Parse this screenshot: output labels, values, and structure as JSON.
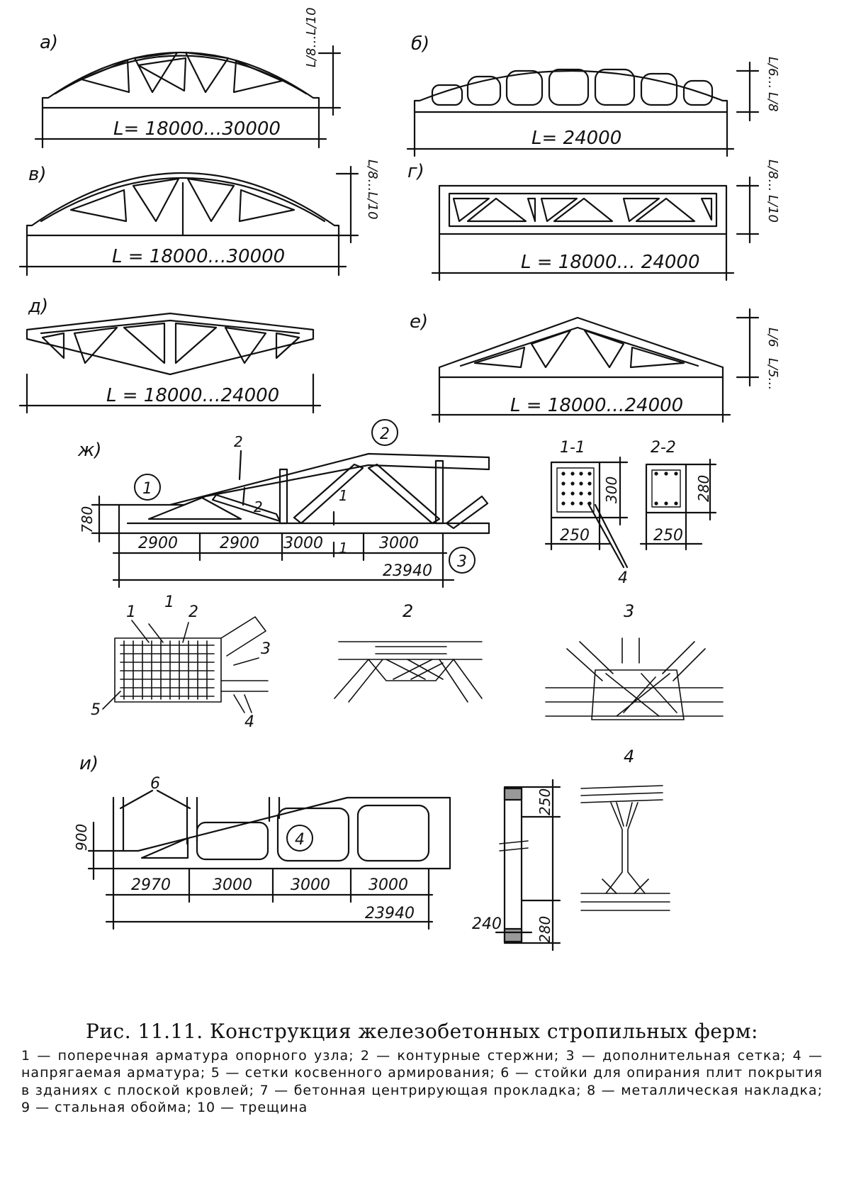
{
  "figure": {
    "panels": {
      "a": {
        "label": "а)",
        "span": "L= 18000…30000",
        "ratio": "L/8…L/10"
      },
      "b": {
        "label": "б)",
        "span": "L= 24000",
        "ratio_top": "L/8",
        "ratio_bottom": "L/6…"
      },
      "v": {
        "label": "в)",
        "span": "L = 18000…30000",
        "ratio": "L/8…L/10"
      },
      "g": {
        "label": "г)",
        "span": "L = 18000… 24000",
        "ratio_top": "L/10",
        "ratio_bottom": "L/8…"
      },
      "d": {
        "label": "д)",
        "span": "L = 18000…24000"
      },
      "e": {
        "label": "е)",
        "span": "L = 18000…24000",
        "ratio_top": "L/6",
        "ratio_bottom": "L/5…"
      },
      "zh": {
        "label": "ж)",
        "height": "780",
        "segments": [
          "2900",
          "2900",
          "3000",
          "3000"
        ],
        "total": "23940",
        "node_markers": [
          "1",
          "2",
          "3"
        ],
        "section_marks": [
          "2",
          "2",
          "1",
          "1"
        ]
      },
      "sec11": {
        "label": "1-1",
        "height": "300",
        "width": "250",
        "callout": "4"
      },
      "sec22": {
        "label": "2-2",
        "height": "280",
        "width": "250"
      },
      "node1": {
        "callouts": [
          "1",
          "1",
          "2",
          "3",
          "4",
          "5"
        ]
      },
      "node2": {
        "label": "2"
      },
      "node3": {
        "label": "3"
      },
      "i": {
        "label": "и)",
        "height": "900",
        "segments": [
          "2970",
          "3000",
          "3000",
          "3000"
        ],
        "total": "23940",
        "post_callout": "6",
        "node_marker": "4"
      },
      "sec_i": {
        "top": "250",
        "bottom": "280",
        "width": "240"
      },
      "node4": {
        "label": "4"
      }
    }
  },
  "caption": {
    "title": "Рис. 11.11. Конструкция железобетонных стропильных ферм:",
    "legend": [
      "1 — поперечная арматура опорного узла;",
      "2 — контурные стержни;",
      "3 — дополнительная сетка;",
      "4 — напрягаемая арматура;",
      "5 — сетки косвенного армирования;",
      "6 — стойки для опирания плит покрытия в зданиях с плоской кровлей;",
      "7 — бетонная центрирующая прокладка;",
      "8 — металлическая накладка;",
      "9 — стальная обойма;",
      "10 — трещина"
    ]
  }
}
